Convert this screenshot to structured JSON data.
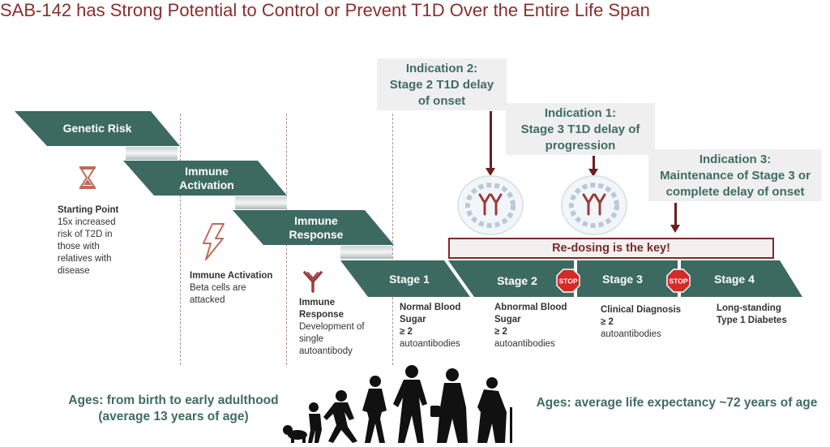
{
  "title": "SAB-142 has Strong Potential to Control or Prevent T1D Over the Entire Life Span",
  "steps": [
    {
      "label": "Genetic Risk"
    },
    {
      "label_line1": "Immune",
      "label_line2": "Activation"
    },
    {
      "label_line1": "Immune",
      "label_line2": "Response"
    }
  ],
  "stages": [
    {
      "label": "Stage 1"
    },
    {
      "label": "Stage 2"
    },
    {
      "label": "Stage 3"
    },
    {
      "label": "Stage 4"
    }
  ],
  "stop_sign_text": "STOP",
  "indications": [
    {
      "line1": "Indication 2:",
      "line2": "Stage 2 T1D delay",
      "line3": "of onset"
    },
    {
      "line1": "Indication 1:",
      "line2": "Stage 3 T1D delay of",
      "line3": "progression"
    },
    {
      "line1": "Indication 3:",
      "line2": "Maintenance of Stage 3 or",
      "line3": "complete delay of onset"
    }
  ],
  "redosing": "Re-dosing is the key!",
  "descriptions": {
    "starting_point": {
      "title": "Starting Point",
      "text": "15x increased risk of T2D in those with relatives with disease"
    },
    "immune_activation": {
      "title": "Immune Activation",
      "text": "Beta cells are attacked"
    },
    "immune_response": {
      "title": "Immune Response",
      "text": "Development of single autoantibody"
    },
    "stage1": {
      "title": "Normal Blood Sugar",
      "bold2": "≥ 2",
      "text": "autoantibodies"
    },
    "stage2": {
      "title": "Abnormal Blood Sugar",
      "bold2": "≥ 2",
      "text": "autoantibodies"
    },
    "stage3": {
      "title": "Clinical Diagnosis",
      "bold2": "≥ 2",
      "text": "autoantibodies"
    },
    "stage4": {
      "title": "Long-standing Type 1 Diabetes"
    }
  },
  "ages_left_line1": "Ages: from birth to early adulthood",
  "ages_left_line2": "(average 13 years of age)",
  "ages_right": "Ages: average life expectancy ~72 years of age",
  "icons": [
    "hourglass-icon",
    "lightning-icon",
    "antibody-icon",
    "antibody-cell-icon",
    "stop-sign-icon",
    "life-stages-silhouette"
  ],
  "colors": {
    "title": "#8b2e2e",
    "shape_fill": "#3d6a60",
    "accent_text": "#3f6c61",
    "arrow": "#6b1f1f",
    "stop_red": "#d42a2a"
  }
}
